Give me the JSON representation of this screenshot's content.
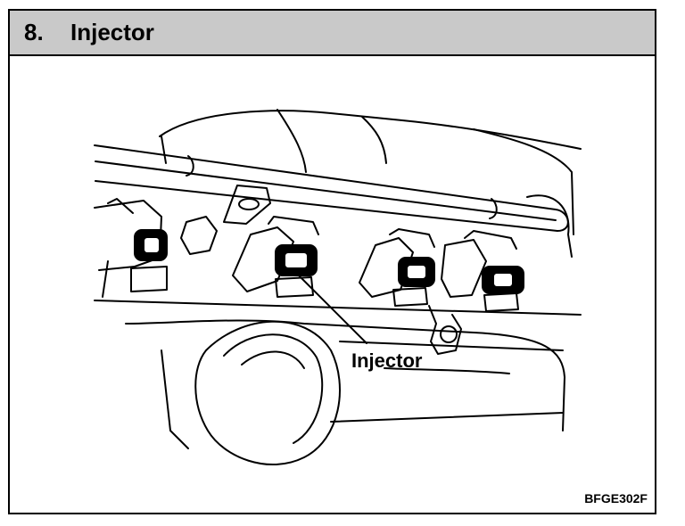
{
  "section": {
    "number": "8.",
    "title": "Injector"
  },
  "diagram": {
    "callout_label": "Injector",
    "figure_code": "BFGE302F"
  },
  "colors": {
    "header_bg": "#c9c9c9",
    "line": "#000000"
  }
}
